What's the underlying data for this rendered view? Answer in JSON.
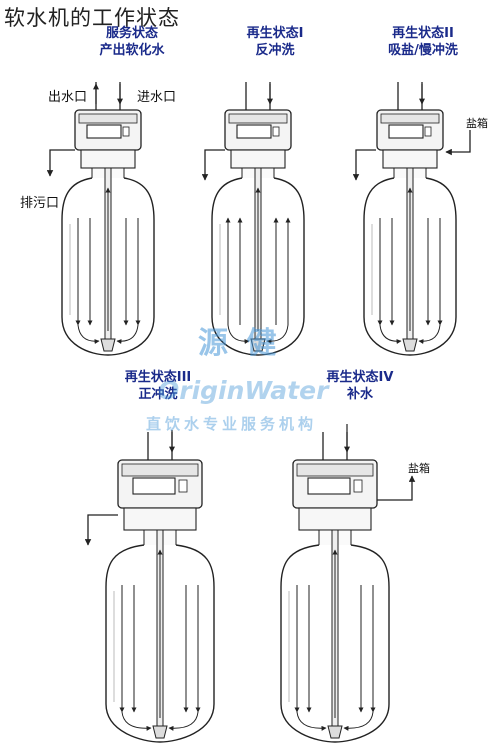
{
  "title": "软水机的工作状态",
  "states": [
    {
      "line1": "服务状态",
      "line2": "产出软化水"
    },
    {
      "line1": "再生状态I",
      "line2": "反冲洗"
    },
    {
      "line1": "再生状态II",
      "line2": "吸盐/慢冲洗"
    },
    {
      "line1": "再生状态III",
      "line2": "正冲洗"
    },
    {
      "line1": "再生状态IV",
      "line2": "补水"
    }
  ],
  "ports": {
    "outlet": "出水口",
    "inlet": "进水口",
    "drain": "排污口",
    "brine_tank": "盐箱"
  },
  "watermark": {
    "logo_text": "源 健",
    "english": "OriginWater",
    "tagline": "直饮水专业服务机构"
  },
  "colors": {
    "title_text": "#1a2a8a",
    "line": "#222222",
    "watermark": "#4696d7"
  }
}
